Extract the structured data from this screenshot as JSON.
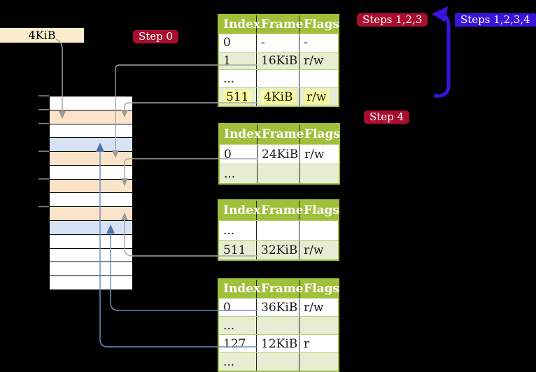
{
  "theme": {
    "bg": "#000000",
    "crimson": "#a90e2e",
    "blueviolet": "#3a13dc",
    "green": "#a0bf3b",
    "greenlight": "#e5eed3",
    "rowline": "#b9cf79",
    "peach": "#fbe3c9",
    "blue": "#d7e3f4",
    "cream": "#fbeccb",
    "yellow": "#fbfa9d",
    "gray": "#a6a6a6",
    "grayhead": "#9a9a9a",
    "steel": "#6d8ebf",
    "steelhead": "#4a74ab",
    "ink": "#1a1a1a"
  },
  "labels": {
    "frame_4kib": "4KiB",
    "step0": "Step 0",
    "steps123": "Steps 1,2,3",
    "steps1234": "Steps 1,2,3,4",
    "step4": "Step 4"
  },
  "tables": [
    {
      "id": "page-table-1",
      "headers": [
        "Index",
        "Frame",
        "Flags"
      ],
      "rows": [
        {
          "cells": [
            "0",
            "-",
            "-"
          ],
          "highlight": false
        },
        {
          "cells": [
            "1",
            "16KiB",
            "r/w"
          ],
          "highlight": false
        },
        {
          "cells": [
            "...",
            "",
            ""
          ],
          "highlight": false
        },
        {
          "cells": [
            "511",
            "4KiB",
            "r/w"
          ],
          "highlight": true
        }
      ]
    },
    {
      "id": "page-table-2",
      "headers": [
        "Index",
        "Frame",
        "Flags"
      ],
      "rows": [
        {
          "cells": [
            "0",
            "24KiB",
            "r/w"
          ],
          "highlight": false
        },
        {
          "cells": [
            "...",
            "",
            ""
          ],
          "highlight": false
        }
      ]
    },
    {
      "id": "page-table-3",
      "headers": [
        "Index",
        "Frame",
        "Flags"
      ],
      "rows": [
        {
          "cells": [
            "...",
            "",
            ""
          ],
          "highlight": false
        },
        {
          "cells": [
            "511",
            "32KiB",
            "r/w"
          ],
          "highlight": false
        }
      ]
    },
    {
      "id": "page-table-4",
      "headers": [
        "Index",
        "Frame",
        "Flags"
      ],
      "rows": [
        {
          "cells": [
            "0",
            "36KiB",
            "r/w"
          ],
          "highlight": false
        },
        {
          "cells": [
            "...",
            "",
            ""
          ],
          "highlight": false
        },
        {
          "cells": [
            "127",
            "12KiB",
            "r"
          ],
          "highlight": false
        },
        {
          "cells": [
            "...",
            "",
            ""
          ],
          "highlight": false
        }
      ]
    }
  ],
  "memory": {
    "rows": [
      "white",
      "peach",
      "white",
      "blue",
      "peach",
      "white",
      "peach",
      "white",
      "peach",
      "blue",
      "white",
      "white",
      "white",
      "white"
    ]
  },
  "connectors": [
    {
      "from": "label-4kib",
      "to": "memory-frame-4kib",
      "color": "gray"
    },
    {
      "from": "page-table-1-row-1-16kib",
      "to": "memory-frame-16kib",
      "color": "gray"
    },
    {
      "from": "page-table-1-row-511-4kib",
      "to": "memory-frame-4kib",
      "color": "gray"
    },
    {
      "from": "page-table-2-row-0-24kib",
      "to": "memory-frame-24kib",
      "color": "gray"
    },
    {
      "from": "page-table-3-row-511-32kib",
      "to": "memory-frame-32kib",
      "color": "gray"
    },
    {
      "from": "page-table-4-row-0-36kib",
      "to": "memory-frame-36kib",
      "color": "steel-blue"
    },
    {
      "from": "page-table-4-row-127-12kib",
      "to": "memory-frame-12kib",
      "color": "steel-blue"
    },
    {
      "from": "page-table-1-row-511",
      "to": "steps-labels",
      "color": "blue-violet"
    }
  ]
}
